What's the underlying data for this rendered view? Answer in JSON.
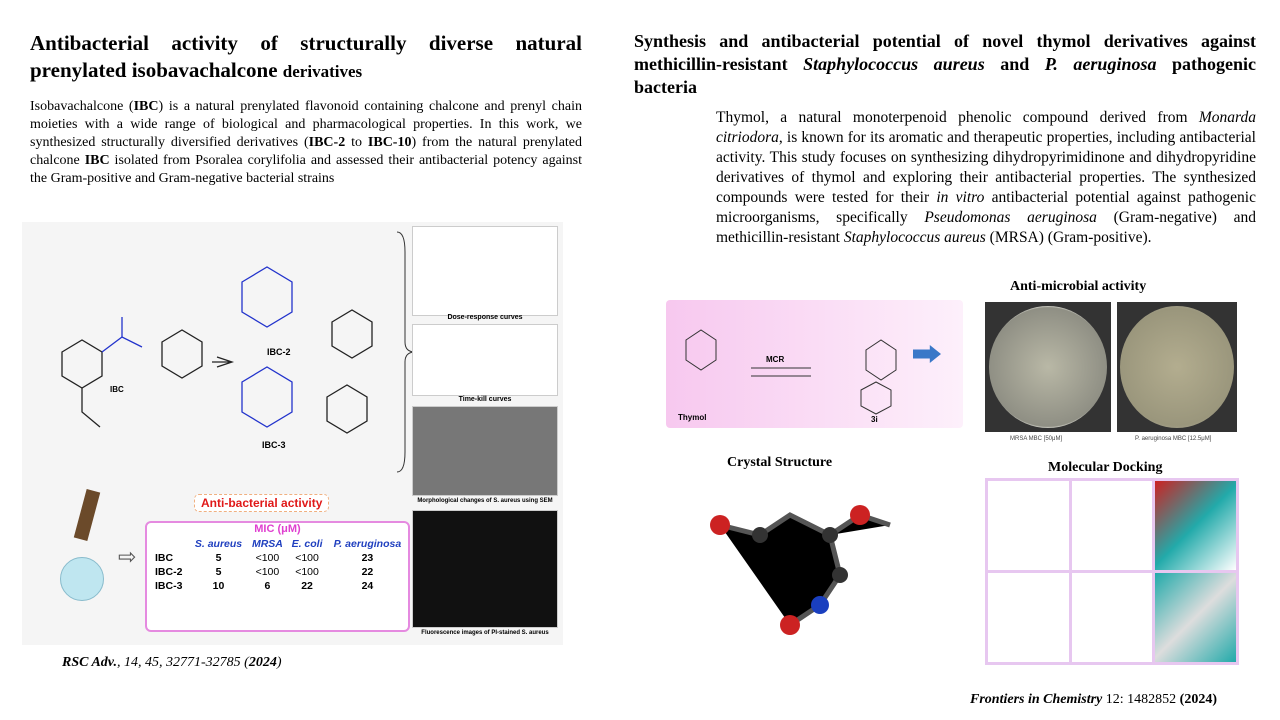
{
  "left": {
    "title_part1": "Antibacterial activity of structurally diverse natural prenylated isobavachalcone",
    "title_part2": "derivatives",
    "abstract": [
      {
        "t": "Isobavachalcone ("
      },
      {
        "b": "IBC"
      },
      {
        "t": ") is a natural prenylated flavonoid containing chalcone and prenyl chain moieties with a wide range of biological and pharmacological properties. In this work, we synthesized structurally diversified derivatives ("
      },
      {
        "b": "IBC-2"
      },
      {
        "t": " to "
      },
      {
        "b": "IBC-10"
      },
      {
        "t": ") from the natural prenylated chalcone "
      },
      {
        "b": "IBC"
      },
      {
        "t": " isolated from Psoralea corylifolia and assessed their antibacterial potency against the Gram-positive and Gram-negative bacterial strains"
      }
    ],
    "figure": {
      "compounds": [
        "IBC",
        "IBC-2",
        "IBC-3"
      ],
      "captions": {
        "dose": "Dose-response curves",
        "timekill": "Time-kill curves",
        "sem": "Morphological changes of S. aureus using SEM",
        "fluor": "Fluorescence images of PI-stained S. aureus"
      },
      "activity_title": "Anti-bacterial activity",
      "mic_title": "MIC (μM)",
      "columns": [
        "",
        "S. aureus",
        "MRSA",
        "E. coli",
        "P. aeruginosa"
      ],
      "rows": [
        [
          "IBC",
          "5",
          "<100",
          "<100",
          "23"
        ],
        [
          "IBC-2",
          "5",
          "<100",
          "<100",
          "22"
        ],
        [
          "IBC-3",
          "10",
          "6",
          "22",
          "24"
        ]
      ]
    },
    "citation": {
      "journal": "RSC Adv.",
      "rest": ", 14, 45, 32771-32785 (",
      "year": "2024",
      ")": ")"
    }
  },
  "right": {
    "title": [
      {
        "t": "Synthesis and antibacterial potential of novel thymol derivatives against methicillin-resistant "
      },
      {
        "i": "Staphylococcus aureus"
      },
      {
        "t": " and "
      },
      {
        "i": "P. aeruginosa"
      },
      {
        "t": " pathogenic bacteria"
      }
    ],
    "abstract": [
      {
        "t": "Thymol, a natural monoterpenoid phenolic compound derived from "
      },
      {
        "i": "Monarda citriodora"
      },
      {
        "t": ", is known for its aromatic and therapeutic properties, including antibacterial activity. This study focuses on synthesizing dihydropyrimidinone and dihydropyridine derivatives of thymol and exploring their antibacterial properties. The synthesized compounds were tested for their "
      },
      {
        "i": "in vitro"
      },
      {
        "t": " antibacterial potential against pathogenic microorganisms, specifically "
      },
      {
        "i": "Pseudomonas aeruginosa"
      },
      {
        "t": " (Gram-negative) and methicillin-resistant "
      },
      {
        "i": "Staphylococcus aureus"
      },
      {
        "t": " (MRSA) (Gram-positive)."
      }
    ],
    "figure": {
      "thymol": "Thymol",
      "mcr": "MCR",
      "product": "3i",
      "antimicrobial": "Anti-microbial activity",
      "dish1": "MRSA MBC [50μM]",
      "dish2": "P. aeruginosa MBC [12.5μM]",
      "crystal": "Crystal Structure",
      "docking": "Molecular Docking"
    },
    "citation": {
      "journal": "Frontiers in Chemistry",
      "rest": " 12: 1482852 ",
      "year": "(2024)"
    }
  }
}
